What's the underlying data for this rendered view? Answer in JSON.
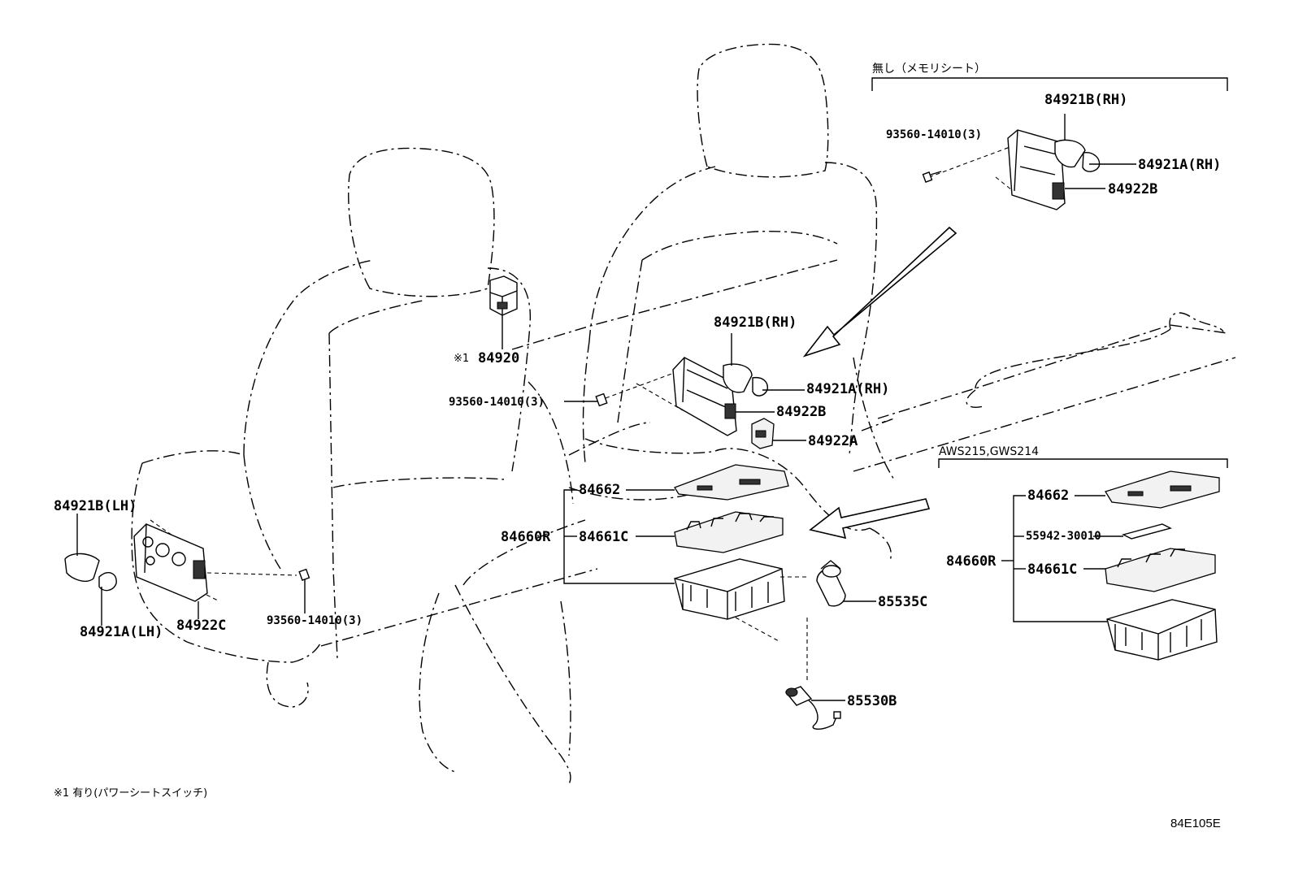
{
  "groups": {
    "no_memory_seat": "無し（メモリシート）",
    "aws": "AWS215,GWS214"
  },
  "labels": {
    "p84921B_RH_top": "84921B(RH)",
    "p93560_top": "93560-14010(3)",
    "p84921A_RH_top": "84921A(RH)",
    "p84922B_top": "84922B",
    "p84920": "84920",
    "p84920_mark": "※1",
    "p84921B_RH_mid": "84921B(RH)",
    "p84921A_RH_mid": "84921A(RH)",
    "p93560_mid": "93560-14010(3)",
    "p84922B_mid": "84922B",
    "p84922A": "84922A",
    "p84662_mid": "84662",
    "p84660R_mid": "84660R",
    "p84661C_mid": "84661C",
    "p84921B_LH": "84921B(LH)",
    "p84921A_LH": "84921A(LH)",
    "p84922C": "84922C",
    "p93560_low": "93560-14010(3)",
    "p85535C": "85535C",
    "p85530B": "85530B",
    "p84662_right": "84662",
    "p55942": "55942-30010",
    "p84660R_right": "84660R",
    "p84661C_right": "84661C"
  },
  "footnote": "※1  有り(パワーシートスイッチ)",
  "diagram_code": "84E105E"
}
